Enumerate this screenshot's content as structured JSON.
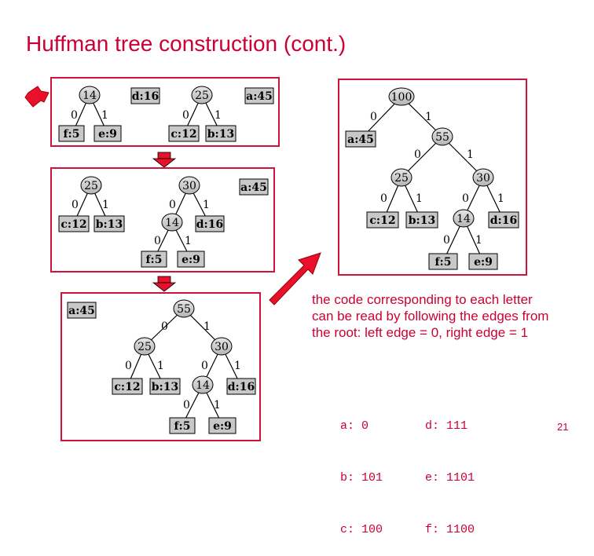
{
  "title": "Huffman tree construction (cont.)",
  "colors": {
    "accent": "#cc0033",
    "frame": "#d0133c",
    "arrow": "#e8102a",
    "node_fill": "#c8c8c8",
    "leaf_fill": "#c8c8c8"
  },
  "step1": {
    "tree_left": {
      "root": "14",
      "edge0": "0",
      "edge1": "1",
      "leaf_left": "f:5",
      "leaf_right": "e:9"
    },
    "leaf_d": "d:16",
    "tree_right": {
      "root": "25",
      "edge0": "0",
      "edge1": "1",
      "leaf_left": "c:12",
      "leaf_right": "b:13"
    },
    "leaf_a": "a:45"
  },
  "step2": {
    "tree_left": {
      "root": "25",
      "edge0": "0",
      "edge1": "1",
      "leaf_left": "c:12",
      "leaf_right": "b:13"
    },
    "tree_right": {
      "root": "30",
      "edge0": "0",
      "edge1": "1",
      "inner": "14",
      "leaf_d": "d:16",
      "inner_edge0": "0",
      "inner_edge1": "1",
      "leaf_left": "f:5",
      "leaf_right": "e:9"
    },
    "leaf_a": "a:45"
  },
  "step3": {
    "leaf_a": "a:45",
    "root": "55",
    "edge0": "0",
    "edge1": "1",
    "n25": "25",
    "n25_edge0": "0",
    "n25_edge1": "1",
    "leaf_c": "c:12",
    "leaf_b": "b:13",
    "n30": "30",
    "n30_edge0": "0",
    "n30_edge1": "1",
    "n14": "14",
    "leaf_d": "d:16",
    "n14_edge0": "0",
    "n14_edge1": "1",
    "leaf_f": "f:5",
    "leaf_e": "e:9"
  },
  "final": {
    "root": "100",
    "edge0": "0",
    "edge1": "1",
    "leaf_a": "a:45",
    "n55": "55",
    "n55_edge0": "0",
    "n55_edge1": "1",
    "n25": "25",
    "n25_edge0": "0",
    "n25_edge1": "1",
    "leaf_c": "c:12",
    "leaf_b": "b:13",
    "n30": "30",
    "n30_edge0": "0",
    "n30_edge1": "1",
    "n14": "14",
    "leaf_d": "d:16",
    "n14_edge0": "0",
    "n14_edge1": "1",
    "leaf_f": "f:5",
    "leaf_e": "e:9"
  },
  "explanation": "the code corresponding to each letter can be read by following the edges from the root: left edge = 0, right edge = 1",
  "codes": {
    "left": [
      "a: 0",
      "b: 101",
      "c: 100"
    ],
    "right": [
      "d: 111",
      "e: 1101",
      "f: 1100"
    ]
  },
  "slide_number": "21"
}
